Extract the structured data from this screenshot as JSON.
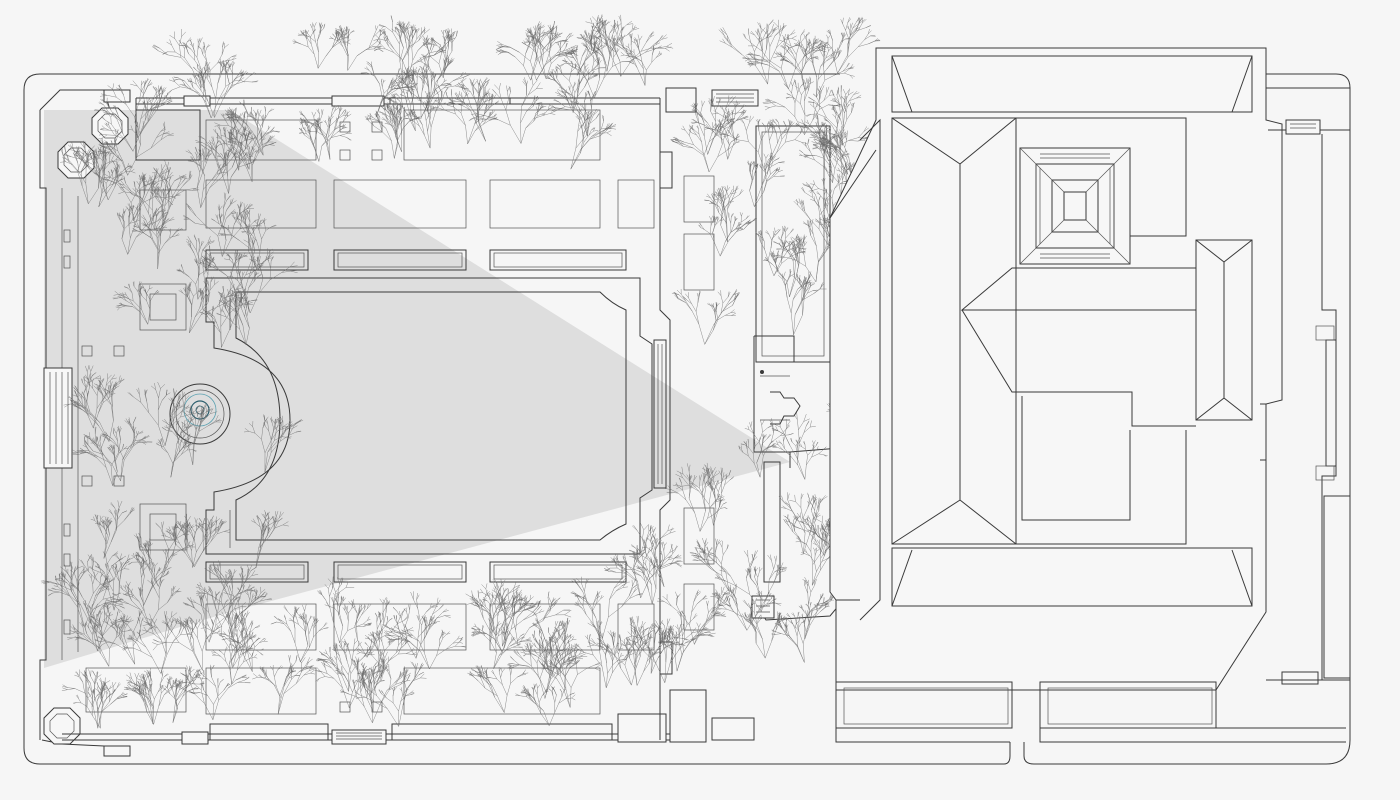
{
  "drawing": {
    "kind": "site plan",
    "background_color": "#f6f6f6",
    "line_color": "#3a3a3a",
    "view_cone_color": "#cfcfcf",
    "fountain_color": "#5aa0b0"
  },
  "layers": [
    {
      "id": "view-cone"
    },
    {
      "id": "garden-tree-canopy"
    },
    {
      "id": "main-building-roof"
    }
  ]
}
